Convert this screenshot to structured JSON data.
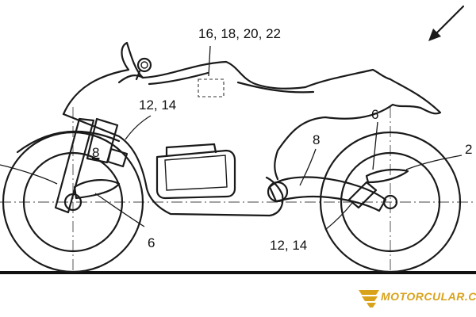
{
  "labels": {
    "top_refs": "16, 18, 20, 22",
    "front_upper_refs": "12, 14",
    "front_swingarm_ref": "8",
    "front_lower_ref": "6",
    "rear_swingarm_ref": "8",
    "rear_upper_ref": "6",
    "rear_axle_ref": "2",
    "rear_lower_refs": "12, 14"
  },
  "watermark": {
    "text": "MOTORCULAR.COM",
    "color": "#d9a21b"
  },
  "icons": [
    "direction-arrow-icon",
    "logo-wings-icon"
  ]
}
